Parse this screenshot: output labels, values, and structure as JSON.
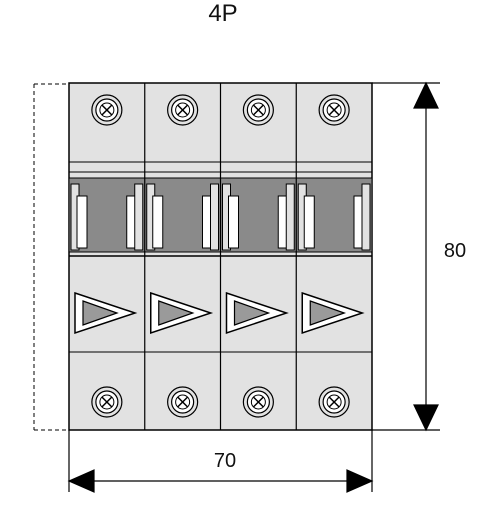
{
  "diagram": {
    "title": "4P",
    "width_label": "70",
    "height_label": "80",
    "pole_count": 4
  },
  "colors": {
    "body": "#e2e2e2",
    "band": "#8a8a8a",
    "arrow_fill": "#9a9a9a",
    "outline": "#000000"
  }
}
